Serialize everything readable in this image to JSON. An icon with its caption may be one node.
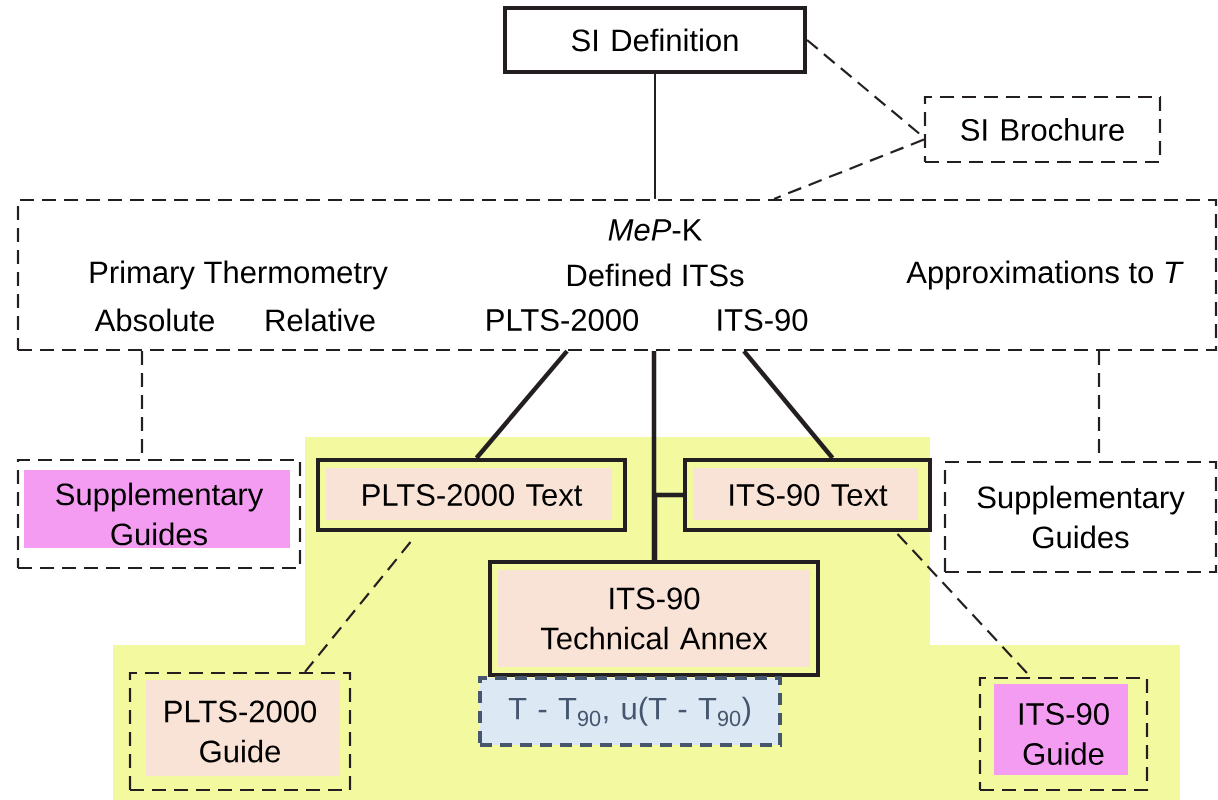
{
  "diagram": {
    "nodes": [
      {
        "text": [
          "SI Definition"
        ]
      },
      {
        "text": [
          "SI Brochure"
        ]
      },
      {
        "text": [
          "*MeP*-K",
          "Primary Thermometry",
          "Absolute",
          "Relative",
          "Defined ITSs",
          "PLTS-2000",
          "ITS-90",
          "Approximations to *T*"
        ]
      },
      {
        "text": [
          "Supplementary Guides"
        ]
      },
      {
        "text": [
          "PLTS-2000 Text"
        ]
      },
      {
        "text": [
          "ITS-90 Text"
        ]
      },
      {
        "text": [
          "Supplementary Guides"
        ]
      },
      {
        "text": [
          "ITS-90 Technical Annex"
        ]
      },
      {
        "text": [
          "T - T$_{90}$, u(T - T$_{90}$)"
        ]
      },
      {
        "text": [
          "PLTS-2000 Guide"
        ]
      },
      {
        "text": [
          "ITS-90 Guide"
        ]
      }
    ],
    "edges": [
      {
        "from": 0,
        "to": 2,
        "arrow": "none"
      },
      {
        "from": 0,
        "to": 1,
        "arrow": "none",
        "style": "dashed"
      },
      {
        "from": 1,
        "to": 2,
        "arrow": "none",
        "style": "dashed"
      },
      {
        "from": 2,
        "to": 3,
        "arrow": "none",
        "style": "dashed"
      },
      {
        "from": 2,
        "to": 4,
        "arrow": "none",
        "style": "thick"
      },
      {
        "from": 2,
        "to": 5,
        "arrow": "none",
        "style": "thick"
      },
      {
        "from": 2,
        "to": 7,
        "arrow": "none",
        "style": "thick"
      },
      {
        "from": 5,
        "to": 7,
        "arrow": "none",
        "style": "thick"
      },
      {
        "from": 2,
        "to": 6,
        "arrow": "none",
        "style": "dashed"
      },
      {
        "from": 4,
        "to": 9,
        "arrow": "none",
        "style": "dashed"
      },
      {
        "from": 5,
        "to": 10,
        "arrow": "none",
        "style": "dashed"
      }
    ]
  }
}
